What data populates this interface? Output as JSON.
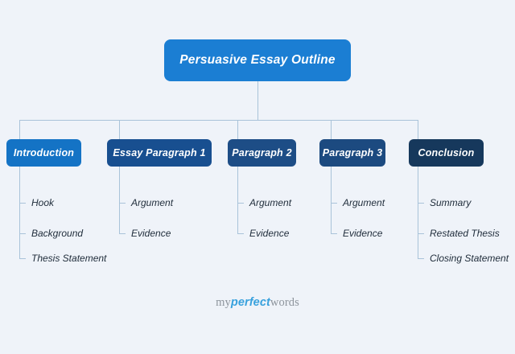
{
  "background_color": "#eff3f9",
  "connector_color": "#a9c3d9",
  "root": {
    "label": "Persuasive Essay Outline",
    "color": "#1b7ed3",
    "text_color": "#ffffff"
  },
  "branches": [
    {
      "label": "Introduction",
      "color": "#1473c5",
      "leaves": [
        "Hook",
        "Background",
        "Thesis Statement"
      ]
    },
    {
      "label": "Essay Paragraph 1",
      "color": "#184f90",
      "leaves": [
        "Argument",
        "Evidence"
      ]
    },
    {
      "label": "Paragraph 2",
      "color": "#1d4d86",
      "leaves": [
        "Argument",
        "Evidence"
      ]
    },
    {
      "label": "Paragraph 3",
      "color": "#1c4a80",
      "leaves": [
        "Argument",
        "Evidence"
      ]
    },
    {
      "label": "Conclusion",
      "color": "#16385c",
      "leaves": [
        "Summary",
        "Restated Thesis",
        "Closing Statement"
      ]
    }
  ],
  "leaf_text_color": "#212e3c",
  "logo": {
    "part1": "my",
    "part2": "perfect",
    "part3": "words",
    "gray_color": "#8d949c",
    "accent_color": "#38a1dd"
  }
}
